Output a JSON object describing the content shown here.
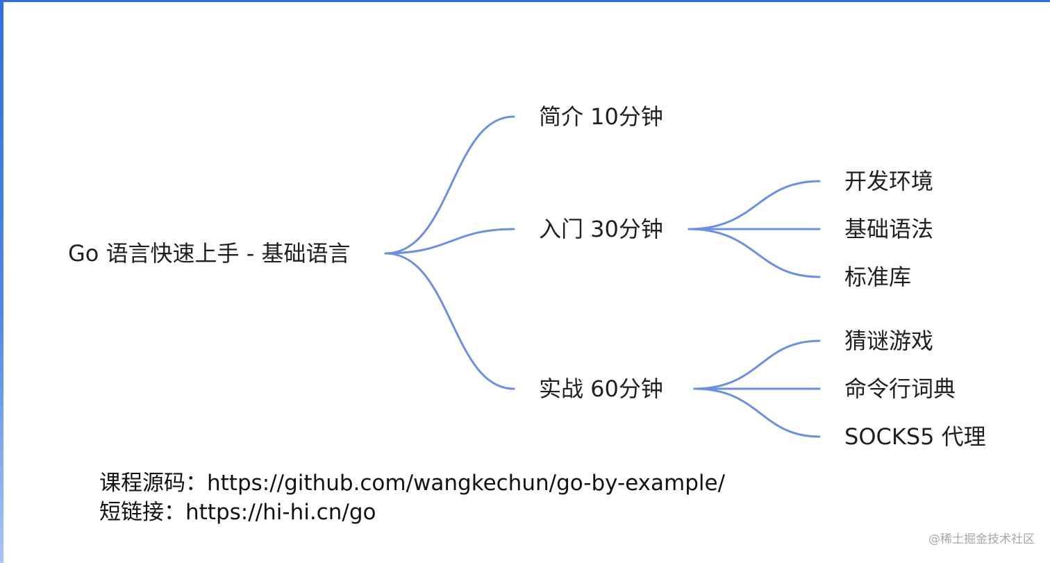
{
  "mindmap": {
    "root": "Go 语言快速上手 - 基础语言",
    "branches": [
      {
        "label": "简介 10分钟",
        "children": []
      },
      {
        "label": "入门 30分钟",
        "children": [
          "开发环境",
          "基础语法",
          "标准库"
        ]
      },
      {
        "label": "实战 60分钟",
        "children": [
          "猜谜游戏",
          "命令行词典",
          "SOCKS5 代理"
        ]
      }
    ],
    "link_color": "#6a8fe3"
  },
  "footer": {
    "source_line": "课程源码：https://github.com/wangkechun/go-by-example/",
    "short_line": "短链接：https://hi-hi.cn/go"
  },
  "watermark": "@稀土掘金技术社区",
  "frame_color": "#2f6fe0"
}
